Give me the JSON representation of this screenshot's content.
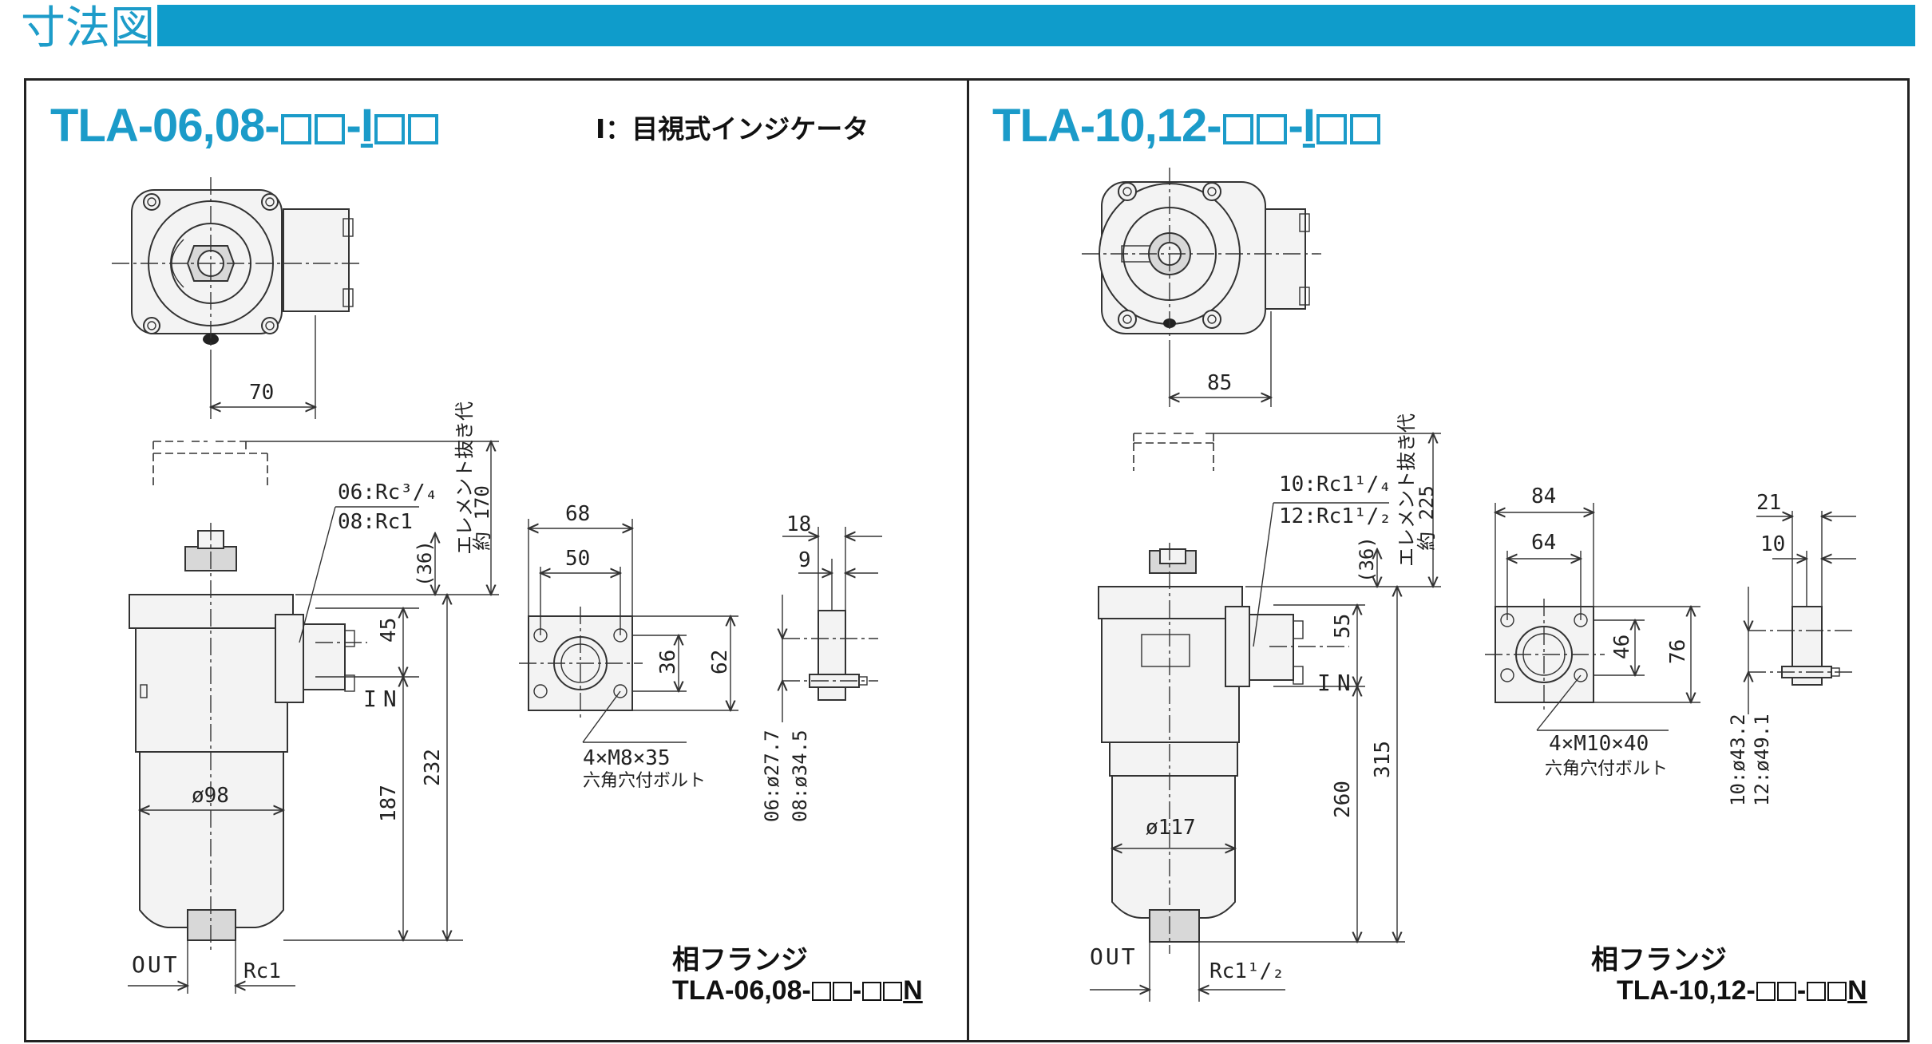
{
  "header": {
    "title": "寸法図"
  },
  "left": {
    "model": {
      "prefix": "TLA-06,08-",
      "mid": "-",
      "i": "I"
    },
    "indicator_note": "I：目視式インジケータ",
    "dims": {
      "top_width": "70",
      "element_label": "エレメント抜き代",
      "element_value": "約 170",
      "top_gap": "(36)",
      "port_06": "06:Rc³/₄",
      "port_08": "08:Rc1",
      "h45": "45",
      "in": "IN",
      "dia": "ø98",
      "h187": "187",
      "h232": "232",
      "out": "OUT",
      "out_thread": "Rc1"
    },
    "flange": {
      "w68": "68",
      "w50": "50",
      "h36": "36",
      "h62": "62",
      "bolt": "4×M8×35",
      "bolt_note": "六角穴付ボルト",
      "t18": "18",
      "t9": "9",
      "d06": "06:ø27.7",
      "d08": "08:ø34.5"
    },
    "mate": {
      "label": "相フランジ",
      "model_prefix": "TLA-06,08-",
      "model_suffix": "N"
    }
  },
  "right": {
    "model": {
      "prefix": "TLA-10,12-",
      "mid": "-",
      "i": "I"
    },
    "dims": {
      "top_width": "85",
      "element_label": "エレメント抜き代",
      "element_value": "約 225",
      "top_gap": "(36)",
      "port_10": "10:Rc1¹/₄",
      "port_12": "12:Rc1¹/₂",
      "h55": "55",
      "in": "IN",
      "dia": "ø117",
      "h260": "260",
      "h315": "315",
      "out": "OUT",
      "out_thread": "Rc1¹/₂"
    },
    "flange": {
      "w84": "84",
      "w64": "64",
      "h46": "46",
      "h76": "76",
      "bolt": "4×M10×40",
      "bolt_note": "六角穴付ボルト",
      "t21": "21",
      "t10": "10",
      "d10": "10:ø43.2",
      "d12": "12:ø49.1"
    },
    "mate": {
      "label": "相フランジ",
      "model_prefix": "TLA-10,12-",
      "model_suffix": "N"
    }
  }
}
